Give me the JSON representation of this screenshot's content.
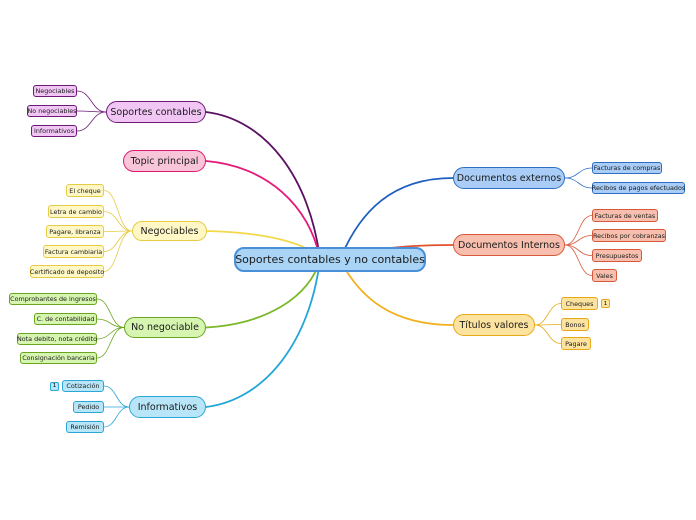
{
  "central": {
    "label": "Soportes contables y no contables",
    "color": "#a9d4f5",
    "border": "#4a90d9"
  },
  "branches": [
    {
      "key": "soportes",
      "label": "Soportes contables",
      "color": "#f1c6f5",
      "border": "#6a1b74",
      "line": "#5b0f63",
      "items": [
        "Negociables",
        "No negociables",
        "Informativos"
      ]
    },
    {
      "key": "topic",
      "label": "Topic principal",
      "color": "#f8c4d8",
      "border": "#d81b70",
      "line": "#e5197a",
      "items": []
    },
    {
      "key": "negociables",
      "label": "Negociables",
      "color": "#fff8c6",
      "border": "#e6cc45",
      "line": "#f2d94a",
      "items": [
        "El cheque",
        "Letra de cambio",
        "Pagare, libranza",
        "Factura cambiaria",
        "Certificado de deposito"
      ]
    },
    {
      "key": "nonegociable",
      "label": "No negociable",
      "color": "#d6f5b0",
      "border": "#6aa520",
      "line": "#7ab828",
      "items": [
        "Comprobantes de ingresos",
        "C. de contabilidad",
        "Nota debito, nota crédito",
        "Consignación bancaria"
      ]
    },
    {
      "key": "informativos",
      "label": "Informativos",
      "color": "#b8e6f8",
      "border": "#2aa7d6",
      "line": "#22a6d8",
      "items": [
        "Cotización",
        "Pedido",
        "Remisión"
      ],
      "badges": {
        "0": "1"
      }
    },
    {
      "key": "externos",
      "label": "Documentos externos",
      "color": "#a9cdf7",
      "border": "#2d6ec4",
      "line": "#1f5fc0",
      "items": [
        "Facturas de compras",
        "Recibos de pagos efectuados"
      ]
    },
    {
      "key": "internos",
      "label": "Documentos Internos",
      "color": "#f8bfae",
      "border": "#d9573a",
      "line": "#e0522f",
      "items": [
        "Facturas de ventas",
        "Recibos por cobranzas",
        "Presupuestos",
        "Vales"
      ]
    },
    {
      "key": "titulos",
      "label": "Títulos valores",
      "color": "#fde3a0",
      "border": "#e6a817",
      "line": "#f2b01c",
      "items": [
        "Cheques",
        "Bonos",
        "Pagare"
      ],
      "badges": {
        "0": "1"
      }
    }
  ]
}
